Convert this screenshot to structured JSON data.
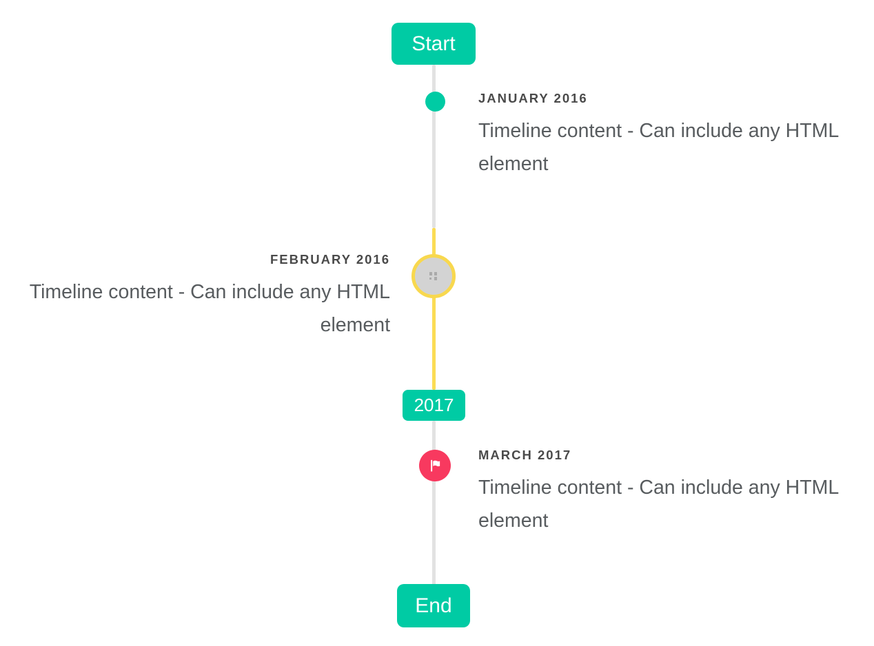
{
  "timeline": {
    "start_button": "Start",
    "year_badge": "2017",
    "end_button": "End",
    "events": [
      {
        "date_label": "JANUARY 2016",
        "content": "Timeline content - Can include any HTML element",
        "side": "right",
        "marker": "teal-dot"
      },
      {
        "date_label": "FEBRUARY 2016",
        "content": "Timeline content - Can include any HTML element",
        "side": "left",
        "marker": "gray-circle-yellow-ring-broken-image"
      },
      {
        "date_label": "MARCH 2017",
        "content": "Timeline content - Can include any HTML element",
        "side": "right",
        "marker": "red-flag"
      }
    ]
  },
  "colors": {
    "background": "#ffffff",
    "accent_teal": "#00cba4",
    "highlight_yellow": "#fbdc55",
    "ring_yellow": "#f8d84e",
    "marker_red": "#f8395f",
    "line_gray": "#e2e2e2",
    "marker_gray": "#d3d3d3",
    "label_text": "#4a4a4a",
    "content_text": "#585c5f"
  }
}
